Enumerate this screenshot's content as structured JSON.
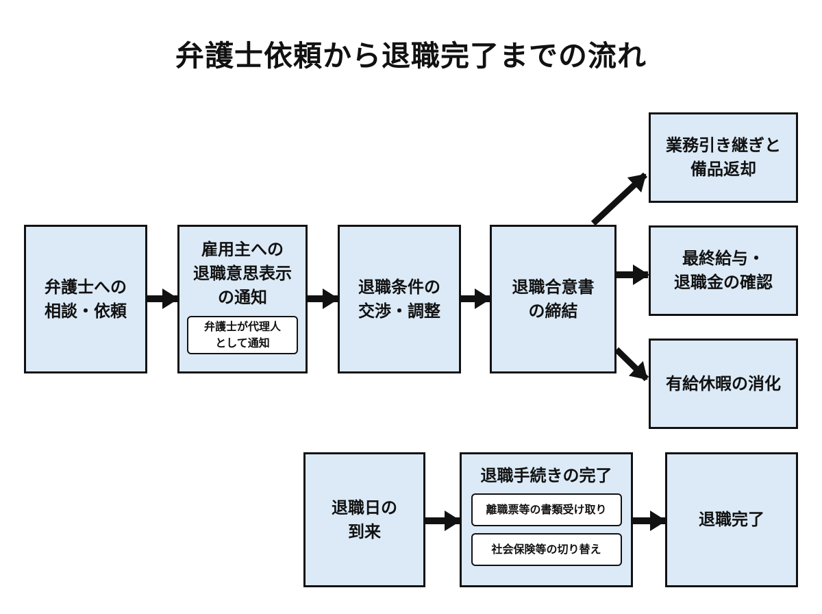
{
  "title": "弁護士依頼から退職完了までの流れ",
  "steps": {
    "consult": "弁護士への\n相談・依頼",
    "notify": "雇用主への\n退職意思表示\nの通知",
    "notify_note": "弁護士が代理人\nとして通知",
    "negotiate": "退職条件の\n交渉・調整",
    "agreement": "退職合意書\nの締結",
    "handover": "業務引き継ぎと\n備品返却",
    "salary": "最終給与・\n退職金の確認",
    "leave": "有給休暇の消化",
    "retire_day": "退職日の\n到来",
    "procedures": "退職手続きの完了",
    "procedures_note1": "離職票等の書類受け取り",
    "procedures_note2": "社会保険等の切り替え",
    "complete": "退職完了"
  },
  "colors": {
    "box_fill": "#dceaf7",
    "border": "#111111",
    "arrow": "#111111"
  }
}
